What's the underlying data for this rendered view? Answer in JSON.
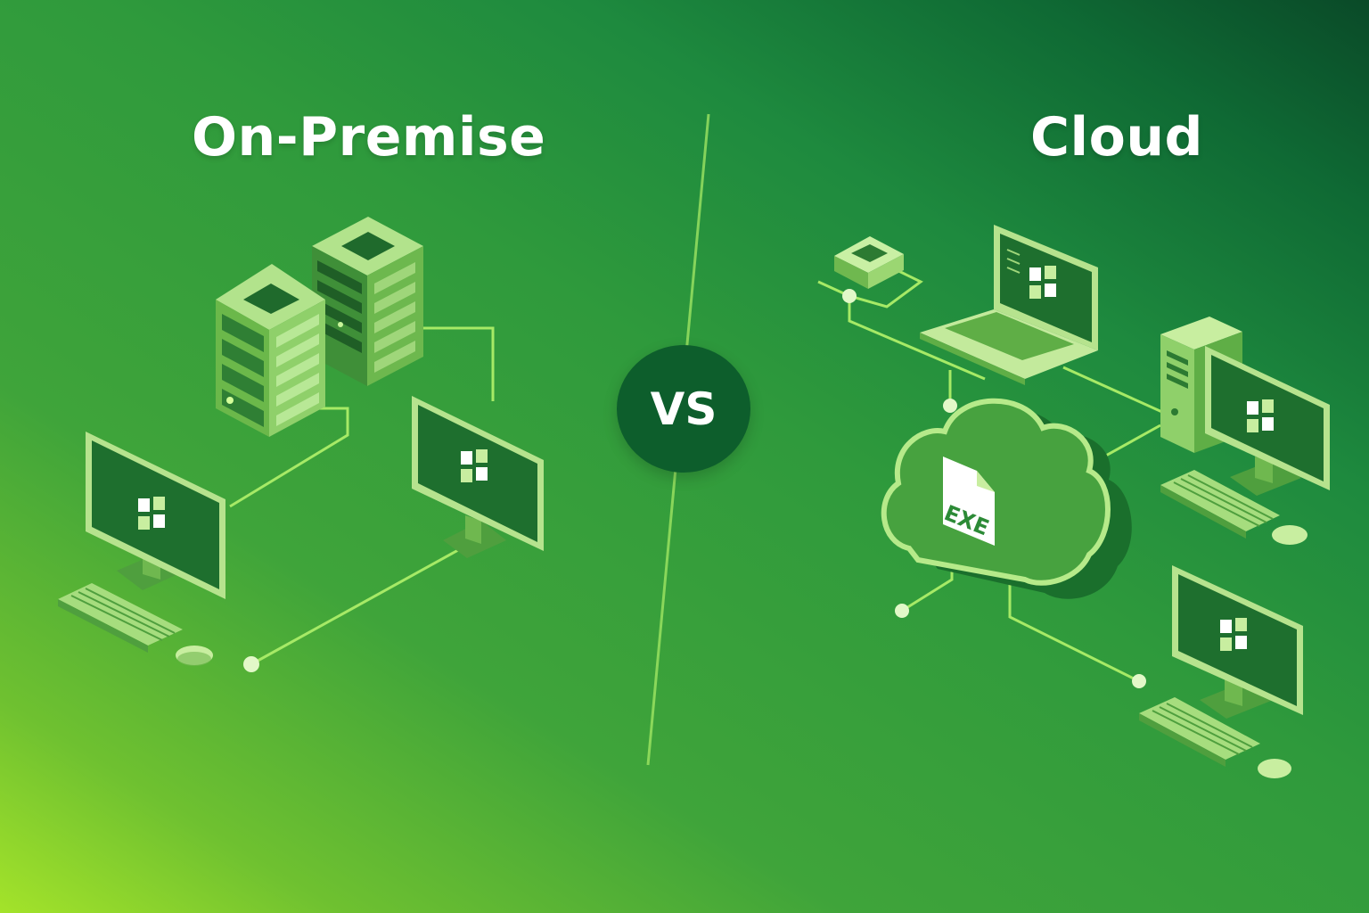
{
  "titles": {
    "left": "On-Premise",
    "right": "Cloud"
  },
  "vs_label": "VS",
  "file_badge": "EXE",
  "colors": {
    "line": "#a6ea66",
    "screen": "#1e6f2e",
    "device_light": "#8ed06a",
    "device_mid": "#5fae46",
    "device_dark": "#2c7a32",
    "vs_badge": "#0d5e2c",
    "node": "#e2f8c8"
  },
  "icons": [
    "server-rack-icon",
    "monitor-icon",
    "laptop-icon",
    "tower-pc-icon",
    "cloud-icon",
    "exe-file-icon",
    "keyboard-icon",
    "mouse-icon",
    "hub-icon",
    "window-logo-icon"
  ]
}
